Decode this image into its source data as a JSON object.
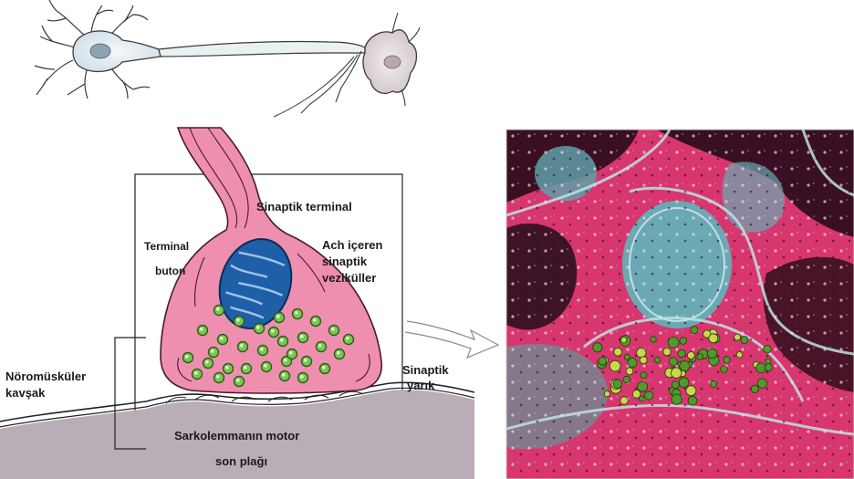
{
  "labels": {
    "synaptic_terminal": "Sinaptik terminal",
    "terminal_button_line1": "Terminal",
    "terminal_button_line2": "buton",
    "ach_line1": "Ach içeren",
    "ach_line2": "sinaptik",
    "ach_line3": "veziküller",
    "nmj_line1": "Nöromüsküler",
    "nmj_line2": "kavşak",
    "cleft_line1": "Sinaptik",
    "cleft_line2": "yarık",
    "endplate_line1": "Sarkolemmanın motor",
    "endplate_line2": "son plağı"
  },
  "colors": {
    "terminal_fill": "#ee8fb0",
    "terminal_outline": "#4a1a2a",
    "mitochondrion": "#1f5fa8",
    "vesicle": "#78c850",
    "muscle": "#b9adb8",
    "micrograph_pink": "#d8366e",
    "micrograph_dark": "#3a0f22",
    "micrograph_teal": "#5f9fa8",
    "micrograph_green": "#4f9a2a"
  },
  "icons": {
    "neurons": "neuron-pair-illustration",
    "arrow": "right-arrow-icon",
    "micrograph": "electron-micrograph-image"
  }
}
